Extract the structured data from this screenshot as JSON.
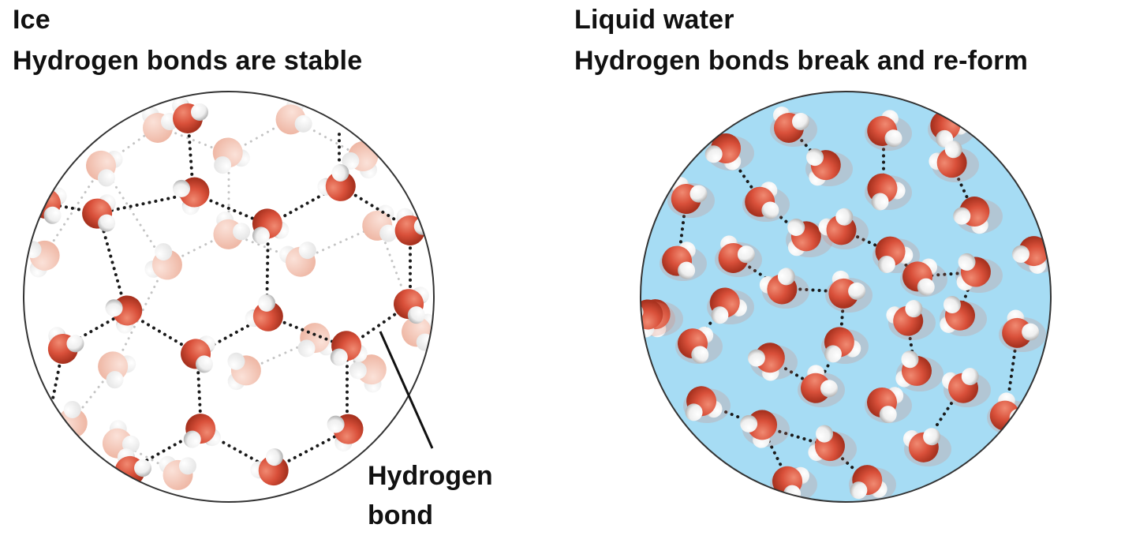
{
  "ice": {
    "title": "Ice",
    "subtitle": "Hydrogen bonds are stable"
  },
  "liquid": {
    "title": "Liquid water",
    "subtitle": "Hydrogen bonds break and re-form"
  },
  "callout": {
    "line1": "Hydrogen",
    "line2": "bond"
  },
  "colors": {
    "oxygen": "#d9503a",
    "hydrogen": "#ffffff",
    "bond_dots": "#1a1a1a",
    "liquid_bg": "#a6dcf4",
    "faded_oxygen": "#f2c7b8"
  }
}
